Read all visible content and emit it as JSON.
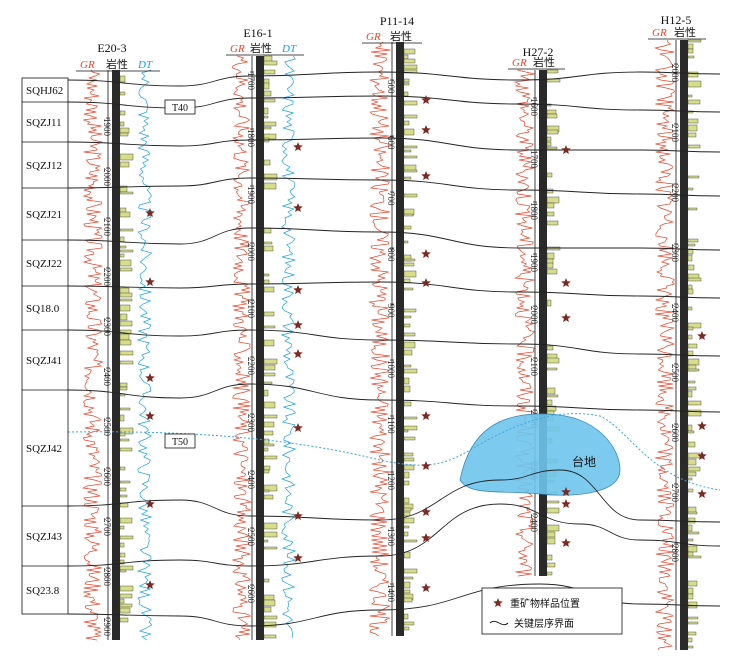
{
  "wells": [
    {
      "name": "E20-3",
      "gr": "GR",
      "lith": "岩性",
      "dt": "DT",
      "depths": [
        "1900",
        "2000",
        "2100",
        "2200",
        "2300",
        "2400",
        "2500",
        "2600",
        "2700",
        "2800",
        "2900"
      ]
    },
    {
      "name": "E16-1",
      "gr": "GR",
      "lith": "岩性",
      "dt": "DT",
      "depths": [
        "1700",
        "1800",
        "1900",
        "2000",
        "2100",
        "2200",
        "2300",
        "2400",
        "2500",
        "2600",
        "2700"
      ]
    },
    {
      "name": "P11-14",
      "gr": "GR",
      "lith": "岩性",
      "depths": [
        "500",
        "600",
        "700",
        "800",
        "900",
        "1000",
        "1100",
        "1200",
        "1300",
        "1400",
        "1500"
      ]
    },
    {
      "name": "H27-2",
      "gr": "GR",
      "lith": "岩性",
      "depths": [
        "1600",
        "1700",
        "1800",
        "1900",
        "2000",
        "2100",
        "2200",
        "2300",
        "2400"
      ]
    },
    {
      "name": "H12-5",
      "gr": "GR",
      "lith": "岩性",
      "depths": [
        "2000",
        "2100",
        "2200",
        "2300",
        "2400",
        "2500",
        "2600",
        "2700",
        "2800"
      ]
    }
  ],
  "sequences": [
    "SQHJ62",
    "SQZJ11",
    "SQZJ12",
    "SQZJ21",
    "SQZJ22",
    "SQ18.0",
    "SQZJ41",
    "SQZJ42",
    "SQZJ43",
    "SQ23.8"
  ],
  "markers": {
    "t40": "T40",
    "t50": "T50"
  },
  "platform_label": "台地",
  "legend": {
    "sample": "重矿物样品位置",
    "boundary": "关键层序界面"
  },
  "colors": {
    "gr": "#e8462a",
    "dt": "#1aa3e0",
    "star": "#7a2a22",
    "platform": "#6ec6ee",
    "sand": "#d8dd8a"
  }
}
